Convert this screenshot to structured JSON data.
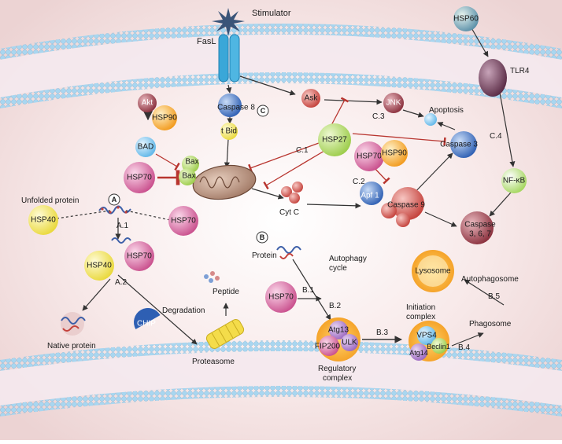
{
  "labels": {
    "stimulator": "Stimulator",
    "fasl": "FasL",
    "hsp60": "HSP60",
    "tlr4": "TLR4",
    "akt": "Akt",
    "hsp90_a": "HSP90",
    "bad": "BAD",
    "bax1": "Bax",
    "bax2": "Bax",
    "hsp70_bax": "HSP70",
    "caspase8": "Caspase 8",
    "tbid": "t Bid",
    "ask": "Ask",
    "jnk": "JNK",
    "apoptosis": "Apoptosis",
    "hsp27": "HSP27",
    "caspase3": "Caspase 3",
    "hsp70_c2": "HSP70",
    "hsp90_c2": "HSP90",
    "apf1": "Apf 1",
    "caspase9": "Caspase 9",
    "cytc": "Cyt C",
    "nfkb": "NF-κB",
    "caspase367": "Caspase\n3, 6, 7",
    "unfolded": "Unfolded protein",
    "hsp40_a": "HSP40",
    "hsp70_a": "HSP70",
    "hsp40_b": "HSP40",
    "hsp70_b": "HSP70",
    "native": "Native protein",
    "chip": "CHIP",
    "degradation": "Degradation",
    "peptide": "Peptide",
    "proteasome": "Proteasome",
    "protein": "Protein",
    "autophagy_cycle": "Autophagy\ncycle",
    "hsp70_b1": "HSP70",
    "atg13": "Atg13",
    "fip200": "FIP200",
    "ulk": "ULK",
    "regulatory": "Regulatory\ncomplex",
    "initiation": "Initiation\ncomplex",
    "vps4": "VPS4",
    "beclin1": "Beclin1",
    "atg14": "Atg14",
    "phagosome": "Phagosome",
    "autophagosome": "Autophagosome",
    "lysosome": "Lysosome"
  },
  "sections": {
    "A": "A",
    "B": "B",
    "C": "C"
  },
  "steps": {
    "a1": "A.1",
    "a2": "A.2",
    "b1": "B.1",
    "b2": "B.2",
    "b3": "B.3",
    "b4": "B.4",
    "b5": "B.5",
    "c1": "C.1",
    "c2": "C.2",
    "c3": "C.3",
    "c4": "C.4"
  },
  "colors": {
    "background_glow": "#f2dede",
    "membrane_head": "#9fd0ee",
    "hsp70": "#d676a6",
    "hsp90": "#f5a623",
    "hsp40": "#f2e24a",
    "hsp27": "#b8e06a",
    "caspase": "#3f6fc4",
    "inhibit": "#b8352f",
    "arrow": "#333333",
    "tlr4": "#6d3b55",
    "fasl": "#3aa7d8"
  }
}
